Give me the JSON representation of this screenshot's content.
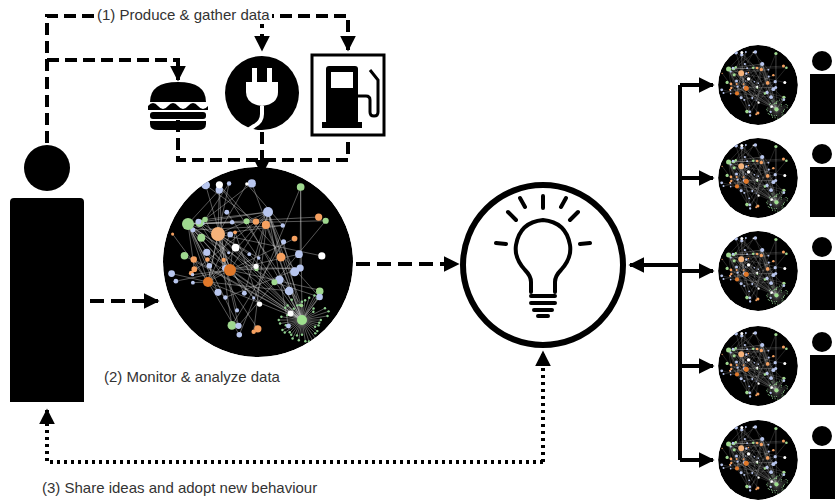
{
  "diagram": {
    "labels": [
      "(1) Produce & gather data",
      "(2) Monitor & analyze data",
      "(3) Share ideas and adopt new behaviour"
    ]
  }
}
